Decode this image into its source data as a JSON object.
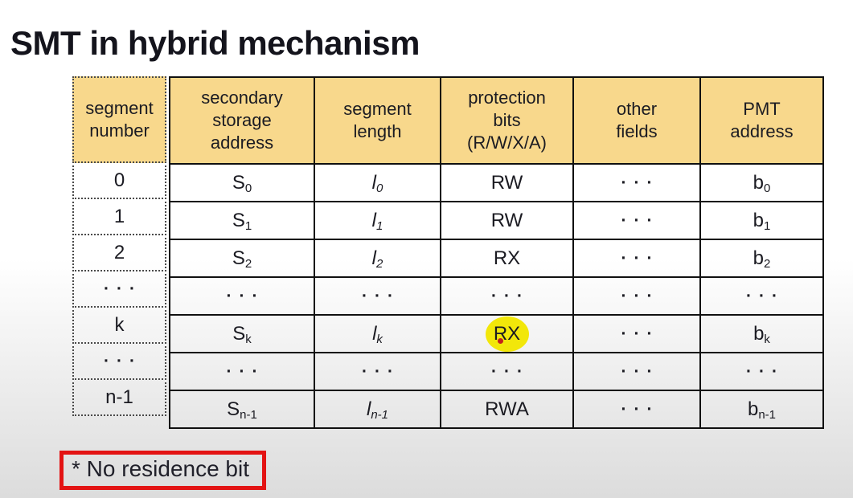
{
  "title": "SMT in hybrid mechanism",
  "note": {
    "label": "* No residence bit"
  },
  "colors": {
    "header_bg": "#F8D88C",
    "highlight": "#F2E70A",
    "note_border": "#E31313",
    "laser_dot": "#C4201C"
  },
  "table": {
    "columns": [
      "segment\nnumber",
      "secondary\nstorage\naddress",
      "segment\nlength",
      "protection\nbits\n(R/W/X/A)",
      "other\nfields",
      "PMT\naddress"
    ],
    "rows": [
      {
        "cells": [
          {
            "base": "0"
          },
          {
            "base": "S",
            "sub": "0"
          },
          {
            "base": "l",
            "sub": "0",
            "italic": true
          },
          {
            "base": "RW"
          },
          {
            "base": "···",
            "dots": true
          },
          {
            "base": "b",
            "sub": "0"
          }
        ]
      },
      {
        "cells": [
          {
            "base": "1"
          },
          {
            "base": "S",
            "sub": "1"
          },
          {
            "base": "l",
            "sub": "1",
            "italic": true
          },
          {
            "base": "RW"
          },
          {
            "base": "···",
            "dots": true
          },
          {
            "base": "b",
            "sub": "1"
          }
        ]
      },
      {
        "cells": [
          {
            "base": "2"
          },
          {
            "base": "S",
            "sub": "2"
          },
          {
            "base": "l",
            "sub": "2",
            "italic": true
          },
          {
            "base": "RX"
          },
          {
            "base": "···",
            "dots": true
          },
          {
            "base": "b",
            "sub": "2"
          }
        ]
      },
      {
        "cells": [
          {
            "base": "···",
            "dots": true
          },
          {
            "base": "···",
            "dots": true
          },
          {
            "base": "···",
            "dots": true
          },
          {
            "base": "···",
            "dots": true
          },
          {
            "base": "···",
            "dots": true
          },
          {
            "base": "···",
            "dots": true
          }
        ]
      },
      {
        "cells": [
          {
            "base": "k"
          },
          {
            "base": "S",
            "sub": "k"
          },
          {
            "base": "l",
            "sub": "k",
            "italic": true
          },
          {
            "base": "RX",
            "highlight": true
          },
          {
            "base": "···",
            "dots": true
          },
          {
            "base": "b",
            "sub": "k"
          }
        ]
      },
      {
        "cells": [
          {
            "base": "···",
            "dots": true
          },
          {
            "base": "···",
            "dots": true
          },
          {
            "base": "···",
            "dots": true
          },
          {
            "base": "···",
            "dots": true
          },
          {
            "base": "···",
            "dots": true
          },
          {
            "base": "···",
            "dots": true
          }
        ]
      },
      {
        "cells": [
          {
            "base": "n-1"
          },
          {
            "base": "S",
            "sub": "n-1"
          },
          {
            "base": "l",
            "sub": "n-1",
            "italic": true
          },
          {
            "base": "RWA"
          },
          {
            "base": "···",
            "dots": true
          },
          {
            "base": "b",
            "sub": "n-1"
          }
        ]
      }
    ]
  }
}
